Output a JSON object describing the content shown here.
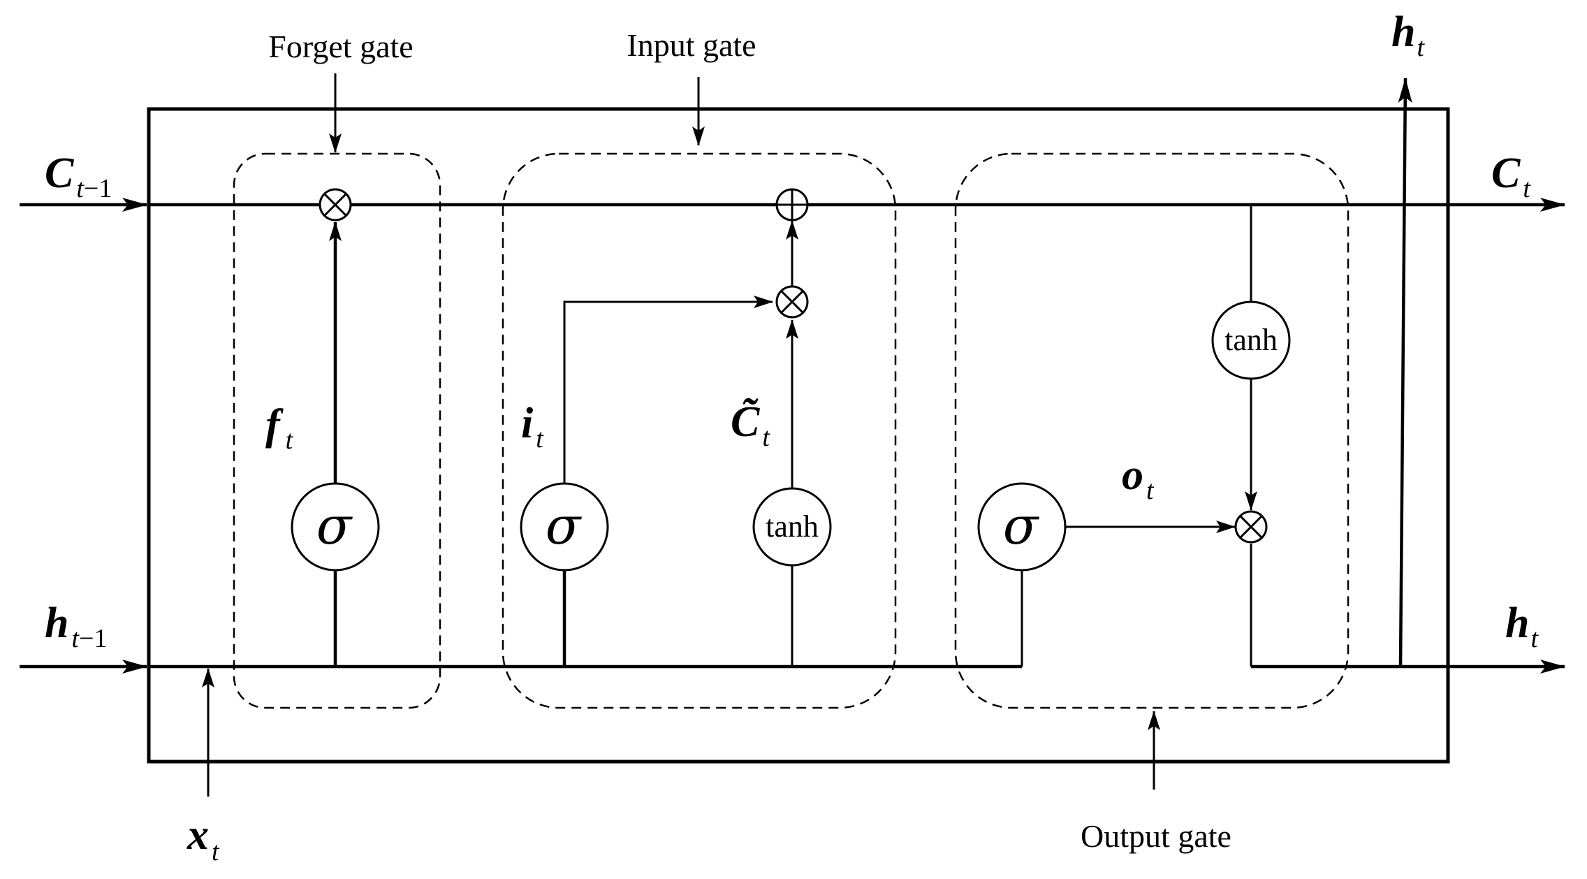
{
  "labels": {
    "forget_gate": "Forget gate",
    "input_gate": "Input gate",
    "output_gate": "Output gate"
  },
  "functions": {
    "sigma": "σ",
    "tanh": "tanh"
  },
  "variables": {
    "c_prev": {
      "base": "C",
      "sub": "t",
      "sub_suffix": "−1"
    },
    "c_next": {
      "base": "C",
      "sub": "t"
    },
    "h_prev": {
      "base": "h",
      "sub": "t",
      "sub_suffix": "−1"
    },
    "h_out_right": {
      "base": "h",
      "sub": "t"
    },
    "h_out_top": {
      "base": "h",
      "sub": "t"
    },
    "x_t": {
      "base": "x",
      "sub": "t"
    },
    "f_t": {
      "base": "f",
      "sub": "t"
    },
    "i_t": {
      "base": "i",
      "sub": "t"
    },
    "c_tilde": {
      "base": "C̃",
      "sub": "t"
    },
    "o_t": {
      "base": "o",
      "sub": "t"
    }
  },
  "operators": {
    "multiply": "⊗",
    "add": "⊕"
  }
}
